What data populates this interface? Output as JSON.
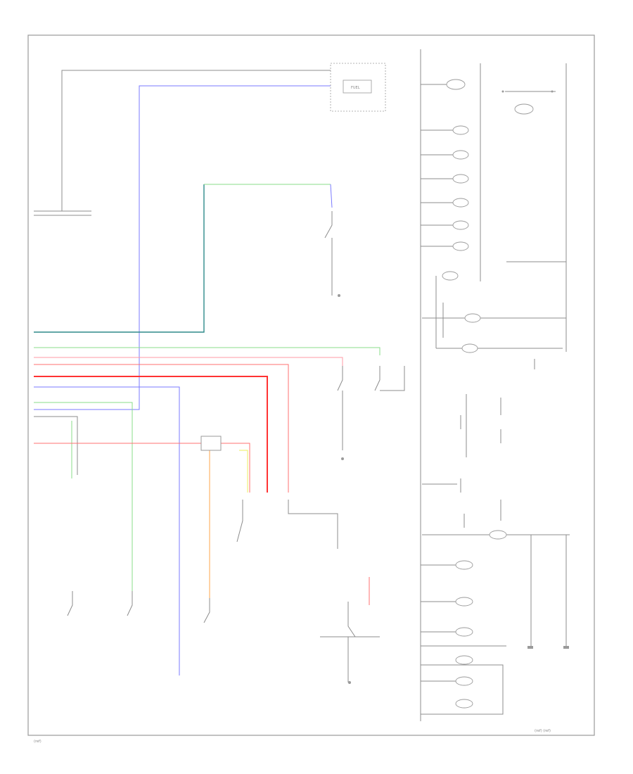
{
  "diagram": {
    "footer_left": "(ref)",
    "footer_right": "(ref) (ref)",
    "colors": {
      "frame": "#9a9a9a",
      "wire_gray": "#8c8c8c",
      "wire_blue": "#7a7aff",
      "wire_teal": "#2e8a8a",
      "wire_green": "#88dd88",
      "wire_red": "#ff7070",
      "wire_red_heavy": "#ff3333",
      "wire_pink": "#ff9aa6",
      "wire_yellow": "#f0f07a",
      "wire_orange": "#ffb36a"
    },
    "components": [
      {
        "id": "fuel-gauge-unit",
        "label": "FUEL"
      },
      {
        "id": "lamp-1",
        "label": ""
      },
      {
        "id": "lamp-2",
        "label": ""
      },
      {
        "id": "lamp-3",
        "label": ""
      },
      {
        "id": "lamp-4",
        "label": ""
      },
      {
        "id": "lamp-5",
        "label": ""
      },
      {
        "id": "lamp-6",
        "label": ""
      },
      {
        "id": "lamp-7",
        "label": ""
      },
      {
        "id": "lamp-8",
        "label": ""
      },
      {
        "id": "lamp-9",
        "label": ""
      },
      {
        "id": "lamp-10",
        "label": ""
      },
      {
        "id": "lamp-11",
        "label": ""
      },
      {
        "id": "lamp-12",
        "label": ""
      },
      {
        "id": "lamp-13",
        "label": ""
      },
      {
        "id": "lamp-14",
        "label": ""
      },
      {
        "id": "lamp-15",
        "label": ""
      },
      {
        "id": "lamp-16",
        "label": ""
      },
      {
        "id": "lamp-17",
        "label": ""
      },
      {
        "id": "lamp-18",
        "label": ""
      }
    ]
  }
}
